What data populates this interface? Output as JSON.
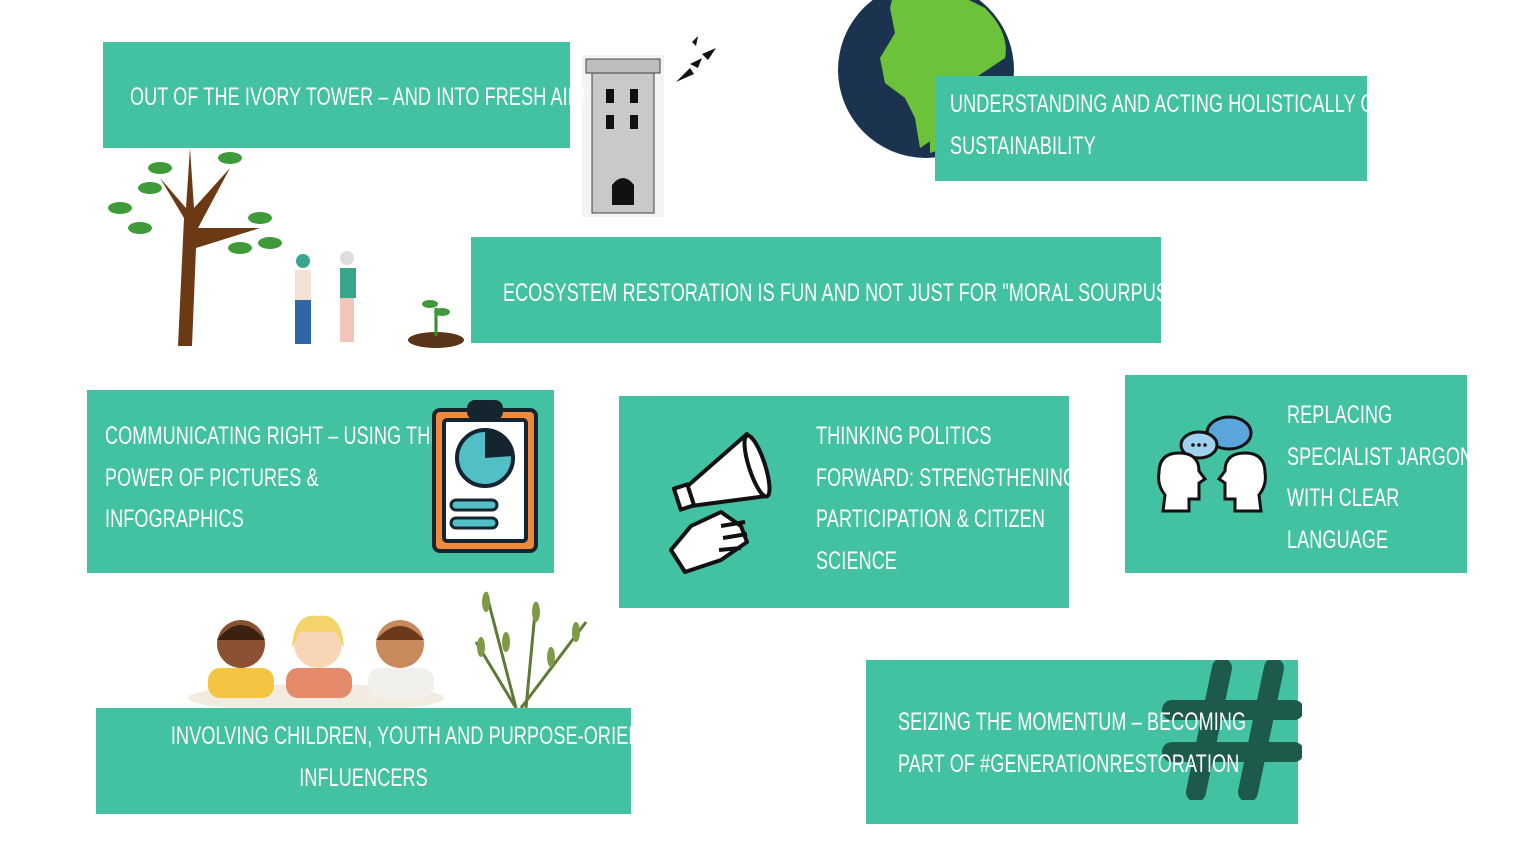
{
  "colors": {
    "box": "#43c1a3",
    "text": "#ffffff",
    "hashtag": "#1e5a4b"
  },
  "cards": [
    {
      "lines": [
        "OUT OF THE IVORY TOWER – AND INTO FRESH AIR!"
      ],
      "icon": "tower-icon"
    },
    {
      "lines": [
        "UNDERSTANDING AND ACTING HOLISTICALLY ON",
        "SUSTAINABILITY"
      ],
      "icon": "globe-icon"
    },
    {
      "lines": [
        "ECOSYSTEM RESTORATION IS FUN AND NOT JUST FOR \"MORAL SOURPUSSES\"!"
      ],
      "icon": "tree-people-icon"
    },
    {
      "lines": [
        "COMMUNICATING RIGHT –  USING THE",
        "POWER OF PICTURES &",
        "INFOGRAPHICS"
      ],
      "icon": "clipboard-chart-icon"
    },
    {
      "lines": [
        "THINKING POLITICS",
        "FORWARD: STRENGTHENING",
        "PARTICIPATION & CITIZEN",
        "SCIENCE"
      ],
      "icon": "megaphone-icon"
    },
    {
      "lines": [
        "REPLACING",
        "SPECIALIST JARGON",
        "WITH CLEAR",
        "LANGUAGE"
      ],
      "icon": "speech-heads-icon"
    },
    {
      "lines": [
        "INVOLVING CHILDREN, YOUTH AND PURPOSE-ORIENTED",
        "INFLUENCERS"
      ],
      "icon": "children-icon"
    },
    {
      "lines": [
        "SEIZING THE MOMENTUM – BECOMING",
        "PART OF #GENERATIONRESTORATION"
      ],
      "icon": "hashtag-icon"
    }
  ]
}
